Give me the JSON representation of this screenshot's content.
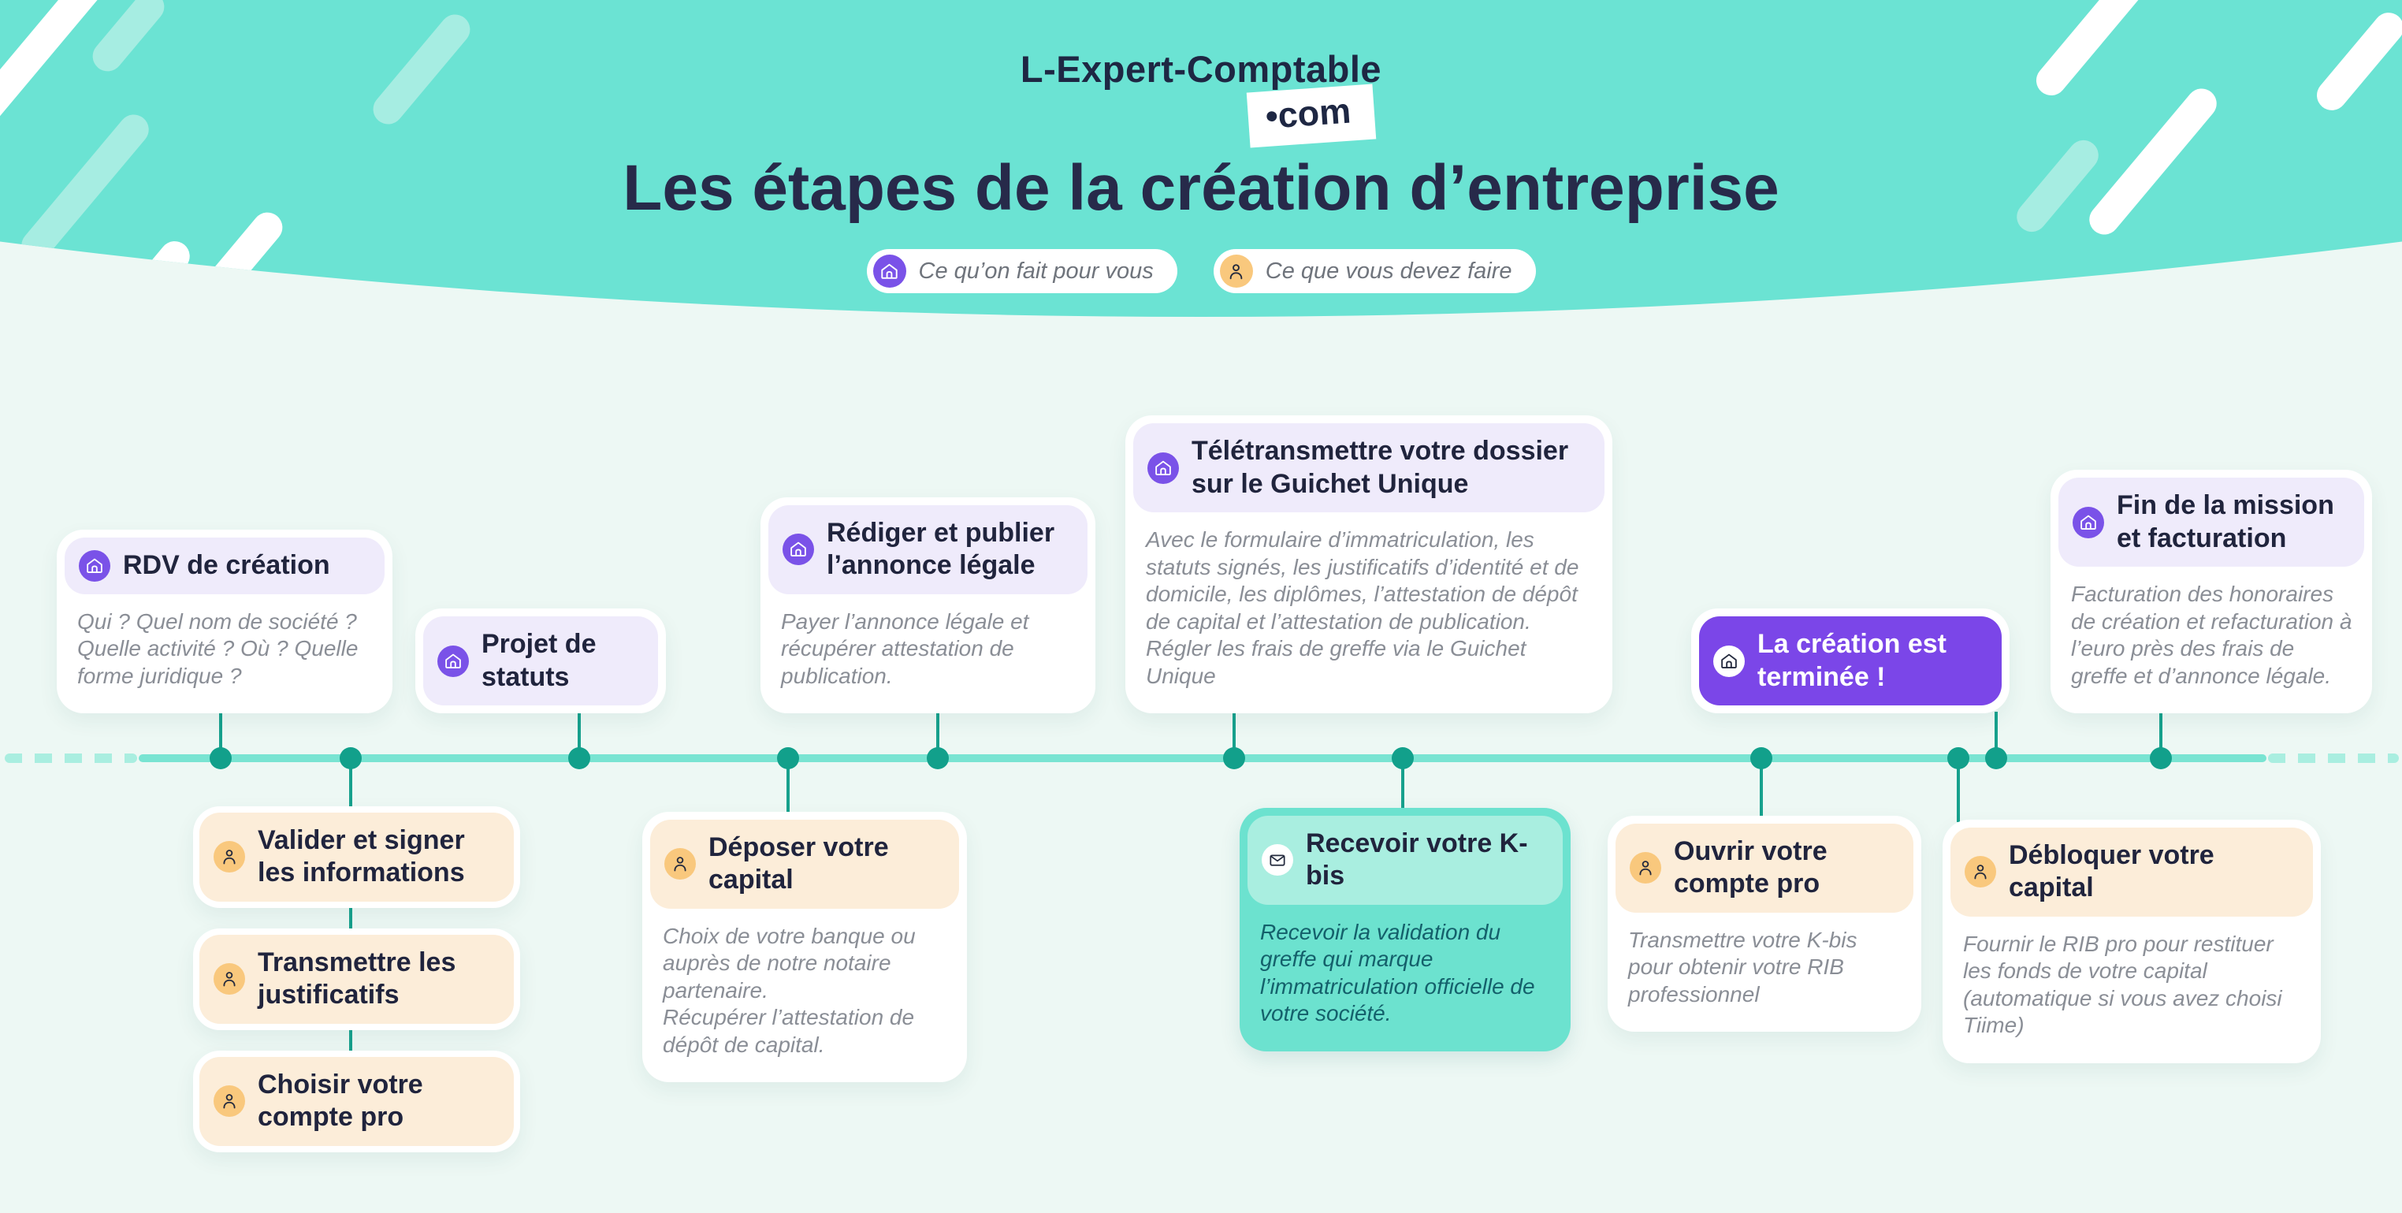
{
  "logo": {
    "main": "L-Expert-Comptable",
    "badge": "•com"
  },
  "title": "Les étapes de la création d’entreprise",
  "legend": {
    "we_do": {
      "icon": "house-icon",
      "label": "Ce qu’on fait pour vous"
    },
    "you_do": {
      "icon": "person-icon",
      "label": "Ce que vous devez faire"
    }
  },
  "colors": {
    "header_teal": "#6BE3D3",
    "background": "#EDF8F4",
    "navy": "#20243D",
    "purple": "#7A52E8",
    "purple_solid": "#7B46E8",
    "lavender": "#EFEBFB",
    "orange": "#F9C87D",
    "cream": "#FCEDD9",
    "teal_card": "#6CE2CF",
    "teal_card_header": "#A9EEE0",
    "timeline": "#79E4D2",
    "dot": "#12A08B",
    "body_gray": "#8A8E96",
    "teal_body_text": "#14606B"
  },
  "steps_top": [
    {
      "icon": "house-icon",
      "title": "RDV de création",
      "body": "Qui ? Quel nom de société ? Quelle activité ? Où ? Quelle forme juridique ?"
    },
    {
      "icon": "house-icon",
      "title": "Projet de statuts",
      "body": ""
    },
    {
      "icon": "house-icon",
      "title": "Rédiger et publier l’annonce légale",
      "body": "Payer l’annonce légale et récupérer attestation de publication."
    },
    {
      "icon": "house-icon",
      "title": "Télétransmettre votre dossier sur le Guichet Unique",
      "body": "Avec le formulaire d’immatriculation, les statuts signés, les justificatifs d’identité et de domicile, les diplômes, l’attestation de dépôt de capital et l’attestation de publication. Régler les frais de greffe via le Guichet Unique"
    },
    {
      "icon": "house-icon",
      "title": "La création est terminée !",
      "body": ""
    },
    {
      "icon": "house-icon",
      "title": "Fin de la mission et facturation",
      "body": "Facturation des honoraires de création et refacturation à l’euro près des frais de greffe et d’annonce légale."
    }
  ],
  "steps_bottom": [
    {
      "icon": "person-icon",
      "title": "Valider et signer les informations",
      "body": ""
    },
    {
      "icon": "person-icon",
      "title": "Transmettre les justificatifs",
      "body": ""
    },
    {
      "icon": "person-icon",
      "title": "Choisir votre compte pro",
      "body": ""
    },
    {
      "icon": "person-icon",
      "title": "Déposer votre capital",
      "body": "Choix de votre banque ou auprès de notre notaire partenaire.\nRécupérer l’attestation de dépôt de capital."
    },
    {
      "icon": "envelope-icon",
      "title": "Recevoir votre K-bis",
      "body": "Recevoir la validation du greffe qui marque l’immatriculation officielle de votre société."
    },
    {
      "icon": "person-icon",
      "title": "Ouvrir votre compte pro",
      "body": "Transmettre votre K-bis pour obtenir votre RIB professionnel"
    },
    {
      "icon": "person-icon",
      "title": "Débloquer votre capital",
      "body": "Fournir le RIB pro pour restituer les fonds de votre capital (automatique si vous avez choisi Tiime)"
    }
  ]
}
